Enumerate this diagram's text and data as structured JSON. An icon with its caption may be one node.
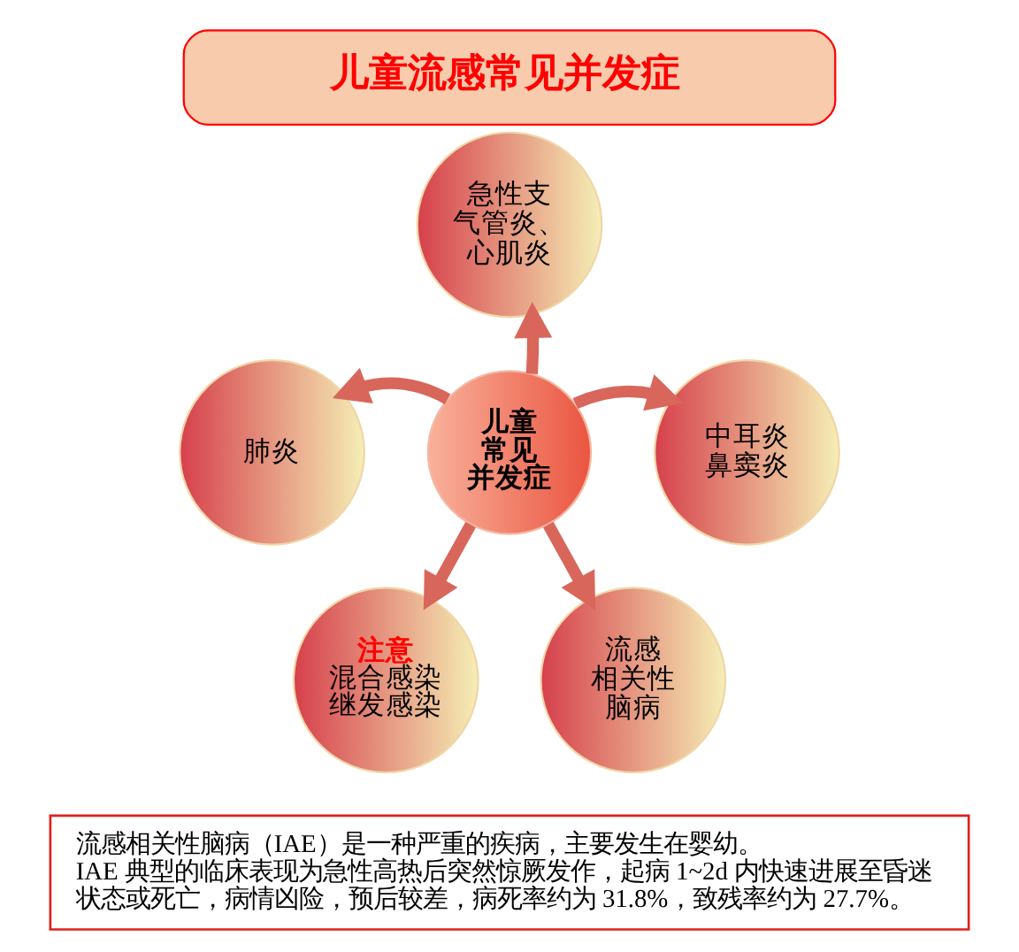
{
  "diagram": {
    "title": "儿童流感常见并发症",
    "nodes": [
      {
        "text": [
          "急性支气管炎、心肌炎"
        ]
      },
      {
        "text": [
          "肺炎"
        ]
      },
      {
        "text": [
          "儿童常见并发症"
        ]
      },
      {
        "text": [
          "中耳炎",
          "鼻窦炎"
        ]
      },
      {
        "text": [
          "注意",
          "混合感染",
          "继发感染"
        ]
      },
      {
        "text": [
          "流感相关性脑病"
        ]
      },
      {
        "text": [
          "流感相关性脑病（IAE）是一种严重的疾病，主要发生在婴幼。",
          "IAE 典型的临床表现为急性高热后突然惊厥发作，起病 1~2d 内快速进展至昏迷状态或死亡，病情凶险，预后较差，病死率约为 31.8%，致残率约为 27.7%。"
        ]
      }
    ],
    "edges": [
      {
        "from": 2,
        "to": 0,
        "arrow": "to"
      },
      {
        "from": 2,
        "to": 1,
        "arrow": "to"
      },
      {
        "from": 2,
        "to": 3,
        "arrow": "to"
      },
      {
        "from": 2,
        "to": 4,
        "arrow": "to"
      },
      {
        "from": 2,
        "to": 5,
        "arrow": "to"
      }
    ]
  }
}
